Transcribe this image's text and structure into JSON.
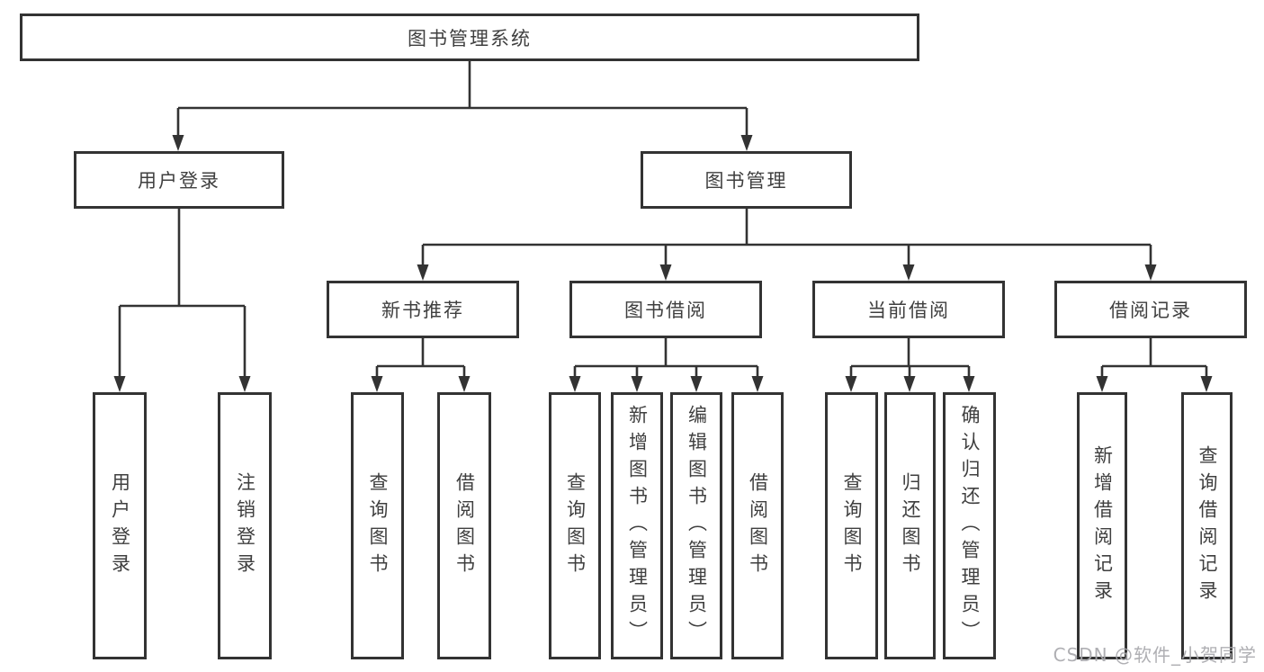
{
  "colors": {
    "line": "#333333",
    "box_border": "#333333",
    "text": "#3f3f3f",
    "watermark": "#a9a9ad",
    "background": "#ffffff"
  },
  "nodes": {
    "root": {
      "label": "图书管理系统"
    },
    "user_login": {
      "label": "用户登录"
    },
    "book_mgmt": {
      "label": "图书管理"
    },
    "new_book_rec": {
      "label": "新书推荐"
    },
    "book_borrow": {
      "label": "图书借阅"
    },
    "current_borrow": {
      "label": "当前借阅"
    },
    "borrow_record": {
      "label": "借阅记录"
    },
    "leaf_user_login": {
      "label": "用户登录"
    },
    "leaf_logout": {
      "label": "注销登录"
    },
    "leaf_rec_query": {
      "label": "查询图书"
    },
    "leaf_rec_borrow": {
      "label": "借阅图书"
    },
    "leaf_bb_query": {
      "label": "查询图书"
    },
    "leaf_bb_add": {
      "label": "新增图书（管理员）"
    },
    "leaf_bb_edit": {
      "label": "编辑图书（管理员）"
    },
    "leaf_bb_borrow": {
      "label": "借阅图书"
    },
    "leaf_cb_query": {
      "label": "查询图书"
    },
    "leaf_cb_return": {
      "label": "归还图书"
    },
    "leaf_cb_confirm": {
      "label": "确认归还（管理员）"
    },
    "leaf_br_add": {
      "label": "新增借阅记录"
    },
    "leaf_br_query": {
      "label": "查询借阅记录"
    }
  },
  "hierarchy": {
    "图书管理系统": [
      "用户登录",
      "图书管理"
    ],
    "用户登录": [
      "用户登录",
      "注销登录"
    ],
    "图书管理": [
      "新书推荐",
      "图书借阅",
      "当前借阅",
      "借阅记录"
    ],
    "新书推荐": [
      "查询图书",
      "借阅图书"
    ],
    "图书借阅": [
      "查询图书",
      "新增图书（管理员）",
      "编辑图书（管理员）",
      "借阅图书"
    ],
    "当前借阅": [
      "查询图书",
      "归还图书",
      "确认归还（管理员）"
    ],
    "借阅记录": [
      "新增借阅记录",
      "查询借阅记录"
    ]
  },
  "watermark": {
    "text": "CSDN @软件_小贺同学"
  }
}
